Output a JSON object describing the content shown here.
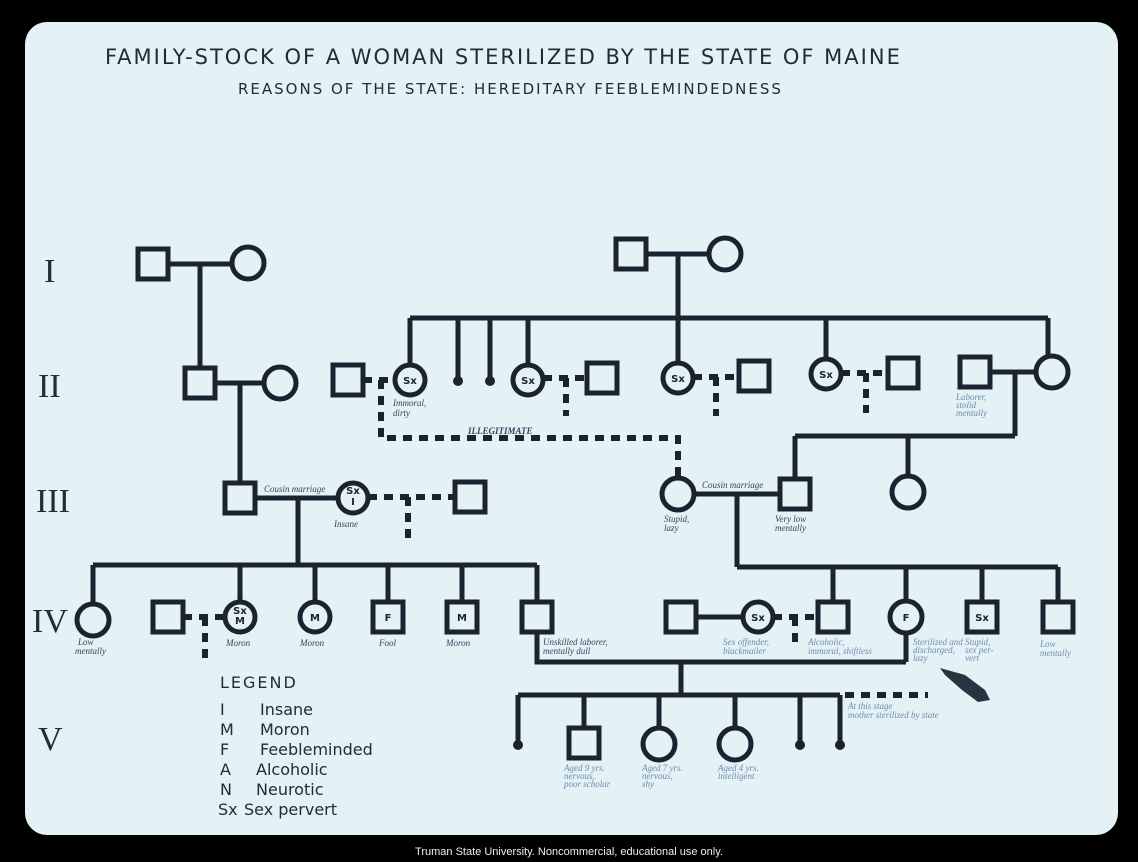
{
  "title": "FAMILY-STOCK OF A WOMAN STERILIZED BY THE STATE OF MAINE",
  "subtitle": "REASONS OF THE STATE:  HEREDITARY  FEEBLEMINDEDNESS",
  "generations": [
    "I",
    "II",
    "III",
    "IV",
    "V"
  ],
  "symbols": {
    "sx": "Sx",
    "i": "I",
    "m": "M",
    "f": "F"
  },
  "labels": {
    "immoral": [
      "Immoral,",
      "dirty"
    ],
    "illegitimate": "ILLEGITIMATE",
    "laborer_stolid": [
      "Laborer,",
      "stolid",
      "mentally"
    ],
    "cousin_marriage": "Cousin marriage",
    "insane": "Insane",
    "stupid_lazy": [
      "Stupid,",
      "lazy"
    ],
    "very_low": [
      "Very low",
      "mentally"
    ],
    "low_mentally": [
      "Low",
      "mentally"
    ],
    "moron": "Moron",
    "fool": "Fool",
    "unskilled": [
      "Unskilled laborer,",
      "mentally dull"
    ],
    "sex_offender": [
      "Sex offender,",
      "blackmailer"
    ],
    "alcoholic": [
      "Alcoholic,",
      "immoral, shiftless"
    ],
    "sterilized": [
      "Sterilized and",
      "discharged,",
      "lazy"
    ],
    "stupid_sex": [
      "Stupid,",
      "sex per-",
      "vert"
    ],
    "mother_sterilized": [
      "At this stage",
      "mother sterilized by state"
    ],
    "aged9": [
      "Aged 9 yrs.",
      "nervous,",
      "poor scholar"
    ],
    "aged7": [
      "Aged 7 yrs.",
      "nervous,",
      "shy"
    ],
    "aged4": [
      "Aged 4 yrs.",
      "intelligent"
    ]
  },
  "legend": {
    "title": "LEGEND",
    "items": [
      {
        "key": "I",
        "label": "Insane"
      },
      {
        "key": "M",
        "label": "Moron"
      },
      {
        "key": "F",
        "label": "Feebleminded"
      },
      {
        "key": "A",
        "label": "Alcoholic"
      },
      {
        "key": "N",
        "label": "Neurotic"
      },
      {
        "key": "Sx",
        "label": "Sex pervert"
      }
    ]
  },
  "caption": "Truman State University.  Noncommercial, educational use only."
}
